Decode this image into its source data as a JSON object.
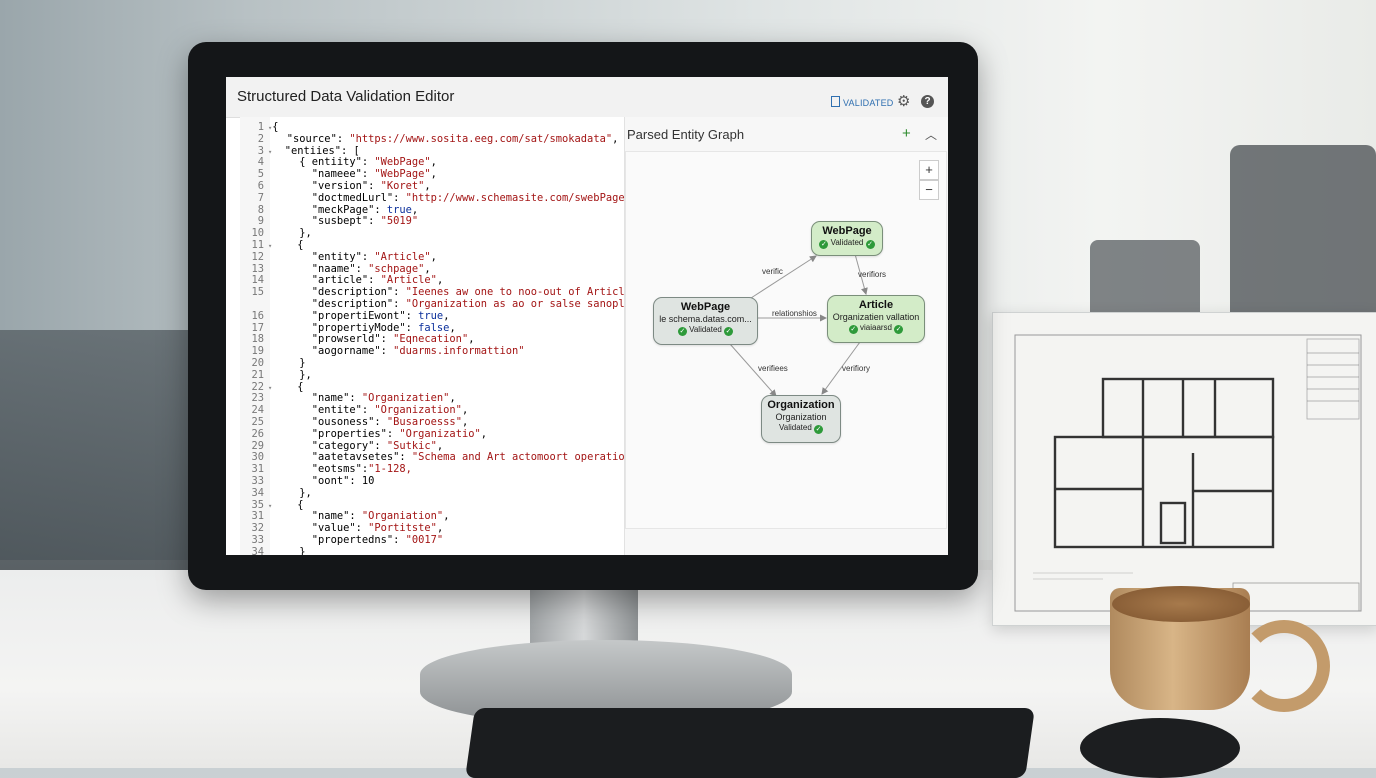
{
  "app": {
    "title": "Structured Data Validation Editor",
    "status": "VALIDATED"
  },
  "editor": {
    "lines": [
      {
        "n": "1",
        "fold": true,
        "text": "{"
      },
      {
        "n": "2",
        "text": "  \"source\": \"https://www.sosita.eeg.com/sat/smokadata\","
      },
      {
        "n": "3",
        "fold": true,
        "text": "  \"entiies\": ["
      },
      {
        "n": "4",
        "text": "    { entiity\": \"WebPage\","
      },
      {
        "n": "5",
        "text": "      \"nameee\": \"WebPage\","
      },
      {
        "n": "6",
        "text": "      \"version\": \"Koret\","
      },
      {
        "n": "7",
        "text": "      \"doctmedLurl\": \"http://www.schemasite.com/swebPages/ld\","
      },
      {
        "n": "8",
        "text": "      \"meckPage\": true,"
      },
      {
        "n": "9",
        "text": "      \"susbept\": \"5019\""
      },
      {
        "n": "10",
        "text": "    },"
      },
      {
        "n": "11",
        "fold": true,
        "text": "    {"
      },
      {
        "n": "12",
        "text": "      \"entity\": \"Article\","
      },
      {
        "n": "13",
        "text": "      \"naame\": \"schpage\","
      },
      {
        "n": "14",
        "text": "      \"article\": \"Article\","
      },
      {
        "n": "15",
        "text": "      \"description\": \"Ieenes aw one to noo-out of Article\","
      },
      {
        "n": "",
        "text": "      \"description\": \"Organization as ao or salse sanoplee\","
      },
      {
        "n": "16",
        "text": "      \"propertiEwont\": true,"
      },
      {
        "n": "17",
        "text": "      \"propertiyMode\": false,"
      },
      {
        "n": "18",
        "text": "      \"prowserld\": \"Eqnecation\","
      },
      {
        "n": "19",
        "text": "      \"aogorname\": \"duarms.informattion\""
      },
      {
        "n": "20",
        "text": "    }"
      },
      {
        "n": "21",
        "text": "    },"
      },
      {
        "n": "22",
        "fold": true,
        "text": "    {"
      },
      {
        "n": "23",
        "text": "      \"name\": \"Organizatien\","
      },
      {
        "n": "24",
        "text": "      \"entite\": \"Organization\","
      },
      {
        "n": "25",
        "text": "      \"ousoness\": \"Busaroesss\","
      },
      {
        "n": "26",
        "text": "      \"properties\": \"Organizatio\","
      },
      {
        "n": "29",
        "text": "      \"category\": \"Sutkic\","
      },
      {
        "n": "30",
        "text": "      \"aatetavsetes\": \"Schema and Art actomoort operation\","
      },
      {
        "n": "31",
        "text": "      \"eotsms\":\"1-128,"
      },
      {
        "n": "33",
        "text": "      \"oont\": 10"
      },
      {
        "n": "34",
        "text": "    },"
      },
      {
        "n": "35",
        "fold": true,
        "text": "    {"
      },
      {
        "n": "31",
        "text": "      \"name\": \"Organiation\","
      },
      {
        "n": "32",
        "text": "      \"value\": \"Portitste\","
      },
      {
        "n": "33",
        "text": "      \"propertedns\": \"0017\""
      },
      {
        "n": "34",
        "text": "    }"
      }
    ]
  },
  "graph": {
    "title": "Parsed Entity Graph",
    "nodes": {
      "webpage_top": {
        "title": "WebPage",
        "status": "Validated"
      },
      "webpage_main": {
        "title": "WebPage",
        "subtitle": "le schema.datas.com...",
        "status": "Validated"
      },
      "article": {
        "title": "Article",
        "subtitle": "Organizatien vallation",
        "status": "viaiaarsd"
      },
      "organization": {
        "title": "Organization",
        "subtitle": "Organization",
        "status": "Validated"
      }
    },
    "edges": {
      "e1": "verific",
      "e2": "verifiors",
      "e3": "relationshios",
      "e4": "verifiees",
      "e5": "verifiory"
    }
  },
  "icons": {
    "gear": "gear-icon",
    "help": "help-icon",
    "add": "add-icon",
    "collapse": "chevron-up-icon",
    "zoom_in": "zoom-in-icon",
    "zoom_out": "zoom-out-icon",
    "check": "check-icon"
  },
  "colors": {
    "status_text": "#2f6fb0",
    "validated_node": "#d3ecc8",
    "neutral_node": "#dfe4e1",
    "check": "#2e9a3a"
  }
}
